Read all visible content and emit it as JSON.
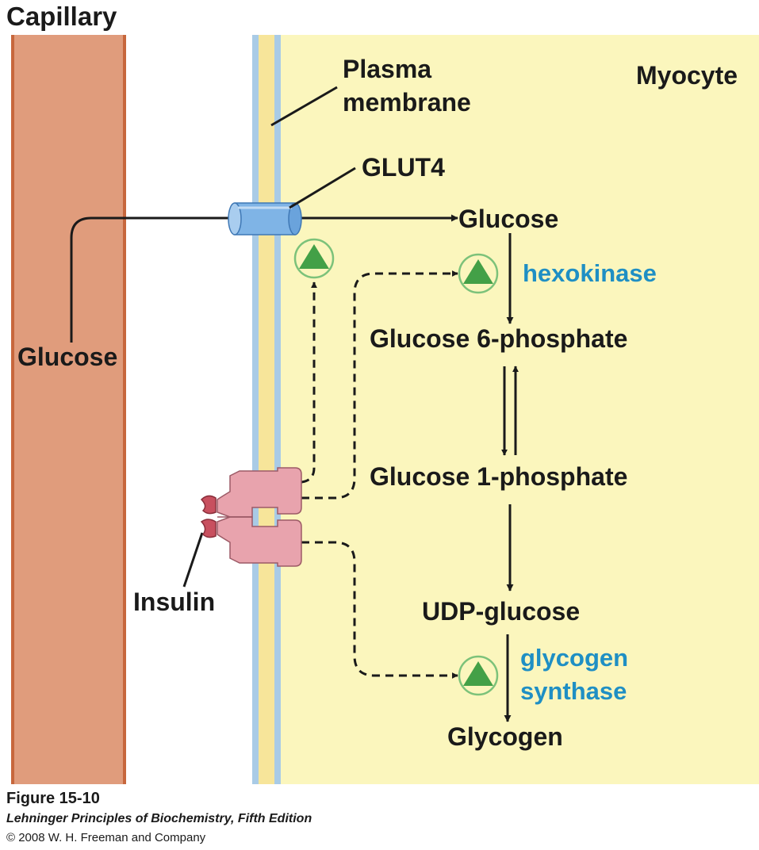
{
  "labels": {
    "capillary": "Capillary",
    "myocyte": "Myocyte",
    "plasma_membrane_line1": "Plasma",
    "plasma_membrane_line2": "membrane",
    "glut4": "GLUT4",
    "glucose_blood": "Glucose",
    "insulin": "Insulin"
  },
  "pathway": {
    "glucose": "Glucose",
    "glucose_6_phosphate": "Glucose 6-phosphate",
    "glucose_1_phosphate": "Glucose 1-phosphate",
    "udp_glucose": "UDP-glucose",
    "glycogen": "Glycogen"
  },
  "enzymes": {
    "hexokinase": "hexokinase",
    "glycogen_synthase_line1": "glycogen",
    "glycogen_synthase_line2": "synthase"
  },
  "caption": {
    "figure_number": "Figure 15-10",
    "book": "Lehninger Principles of Biochemistry, Fifth Edition",
    "copyright": "© 2008 W. H. Freeman and Company"
  },
  "colors": {
    "capillary_fill": "#e09c7c",
    "capillary_edge": "#c7673d",
    "myocyte_fill": "#fbf6bd",
    "membrane_blue": "#a9cbe6",
    "membrane_yellow": "#f7e59a",
    "receptor_fill": "#e8a3ad",
    "insulin_fill": "#c8505f",
    "activation_green": "#43a047",
    "enzyme_text": "#1f8fc4"
  }
}
